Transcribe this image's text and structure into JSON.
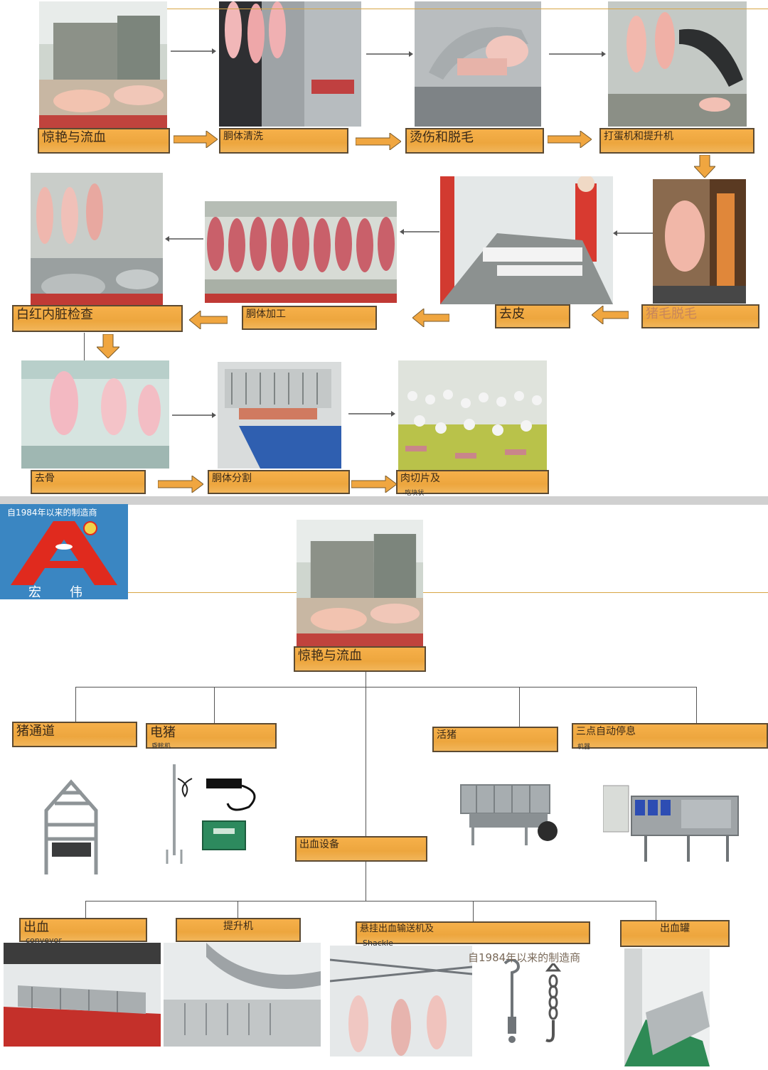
{
  "process": {
    "row1": [
      "惊艳与流血",
      "胴体清洗",
      "烫伤和脱毛",
      "打蛋机和提升机"
    ],
    "row2": [
      "白红内脏检查",
      "胴体加工",
      "去皮",
      "猪毛脱毛"
    ],
    "row3": [
      "去骨",
      "胴体分割",
      "肉切片及"
    ],
    "row3_subcaption": "-吃块状"
  },
  "logo": {
    "tagline": "自1984年以来的制造商",
    "name": "宏伟"
  },
  "tree": {
    "root": "惊艳与流血",
    "level1": [
      {
        "label": "猪通道",
        "sub": ""
      },
      {
        "label": "电猪",
        "sub": "昏眩机"
      },
      {
        "label": "活猪",
        "sub": ""
      },
      {
        "label": "三点自动停息",
        "sub": "机器"
      }
    ],
    "middle": "出血设备",
    "level2": [
      {
        "label": "出血",
        "sub": "conveyor"
      },
      {
        "label": "提升机",
        "sub": ""
      },
      {
        "label": "悬挂出血输送机及",
        "sub": "Shackle"
      },
      {
        "label": "出血罐",
        "sub": ""
      }
    ],
    "hook_caption": "自1984年以来的制造商"
  },
  "colors": {
    "label_fill": "#eda63e",
    "label_border": "#5c4a32",
    "arrow_fill": "#f0a640",
    "logo_blue": "#3a86c2",
    "logo_red": "#e02a1e"
  }
}
